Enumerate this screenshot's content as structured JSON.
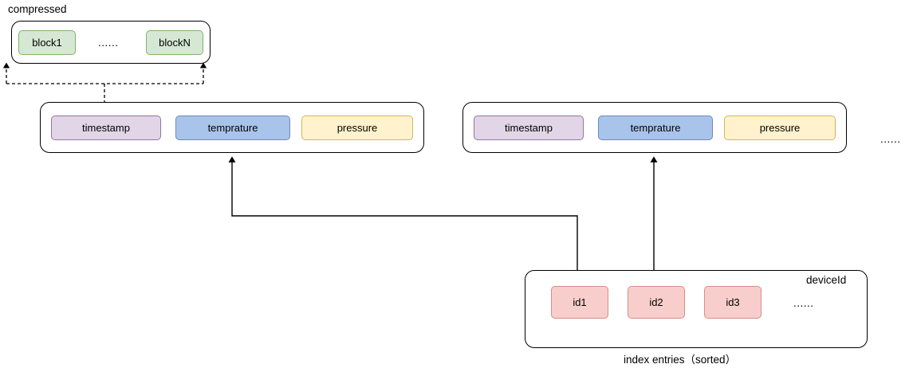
{
  "diagram": {
    "title_compressed": "compressed",
    "block_box": {
      "chips": [
        {
          "label": "block1"
        },
        {
          "label": "blockN"
        }
      ],
      "ellipsis": "......"
    },
    "chunk_left": {
      "chips": [
        {
          "label": "timestamp"
        },
        {
          "label": "temprature"
        },
        {
          "label": "pressure"
        }
      ]
    },
    "chunk_right": {
      "chips": [
        {
          "label": "timestamp"
        },
        {
          "label": "temprature"
        },
        {
          "label": "pressure"
        }
      ]
    },
    "chunk_trailing_ellipsis": "......",
    "index_box": {
      "header_label": "deviceId",
      "chips": [
        {
          "label": "id1"
        },
        {
          "label": "id2"
        },
        {
          "label": "id3"
        }
      ],
      "ellipsis": "......",
      "caption": "index entries（sorted）"
    },
    "colors": {
      "green": "#d5e8d4",
      "purple": "#e1d5e7",
      "blue": "#a9c4eb",
      "yellow": "#fff2cc",
      "red": "#f8cecc",
      "stroke": "#000000"
    }
  }
}
